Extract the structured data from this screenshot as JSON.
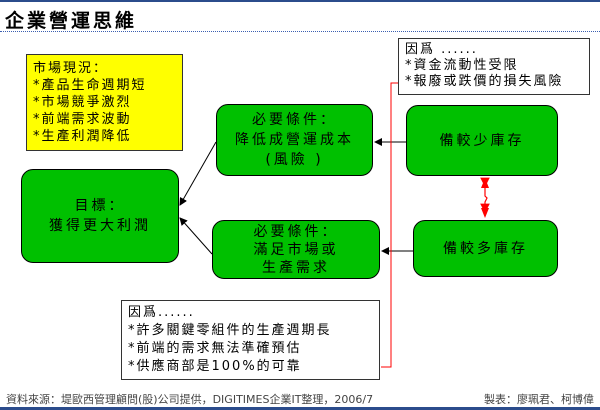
{
  "title": "企業營運思維",
  "market_box": {
    "lines": [
      "市場現況：",
      "*產品生命週期短",
      "*市場競爭激烈",
      "*前端需求波動",
      "*生產利潤降低"
    ]
  },
  "top_reason_box": {
    "lines": [
      "因爲 ......",
      "*資金流動性受限",
      "*報廢或跌價的損失風險"
    ]
  },
  "bottom_reason_box": {
    "lines": [
      "因爲......",
      "*許多關鍵零組件的生產週期長",
      "*前端的需求無法準確預估",
      "*供應商部是100%的可靠"
    ]
  },
  "goal_box": {
    "lines": [
      "目標：",
      "獲得更大利潤"
    ]
  },
  "condition1": {
    "lines": [
      "必要條件：",
      "降低成營運成本",
      "(風險 )"
    ]
  },
  "condition2": {
    "lines": [
      "必要條件：",
      "滿足市場或",
      "生產需求"
    ]
  },
  "less_inventory": "備較少庫存",
  "more_inventory": "備較多庫存",
  "footer": {
    "source": "資料來源：堤歐西管理顧問(股)公司提供，DIGITIMES企業IT整理，2006/7",
    "author": "製表：廖珮君、柯博偉"
  },
  "colors": {
    "green": "#00c000",
    "yellow": "#ffff00",
    "red": "#ff0000",
    "blue": "#2b4c8c"
  }
}
